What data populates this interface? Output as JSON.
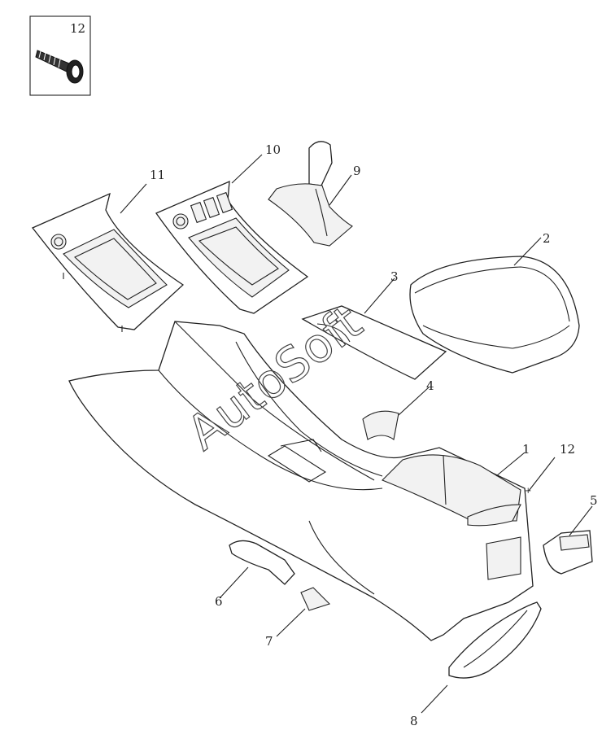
{
  "diagram": {
    "callouts": {
      "inset": "12",
      "c1": "1",
      "c2": "2",
      "c3": "3",
      "c4": "4",
      "c5": "5",
      "c6": "6",
      "c7": "7",
      "c8": "8",
      "c9": "9",
      "c10": "10",
      "c11": "11",
      "c12": "12"
    },
    "watermark": "AutoSoft"
  }
}
